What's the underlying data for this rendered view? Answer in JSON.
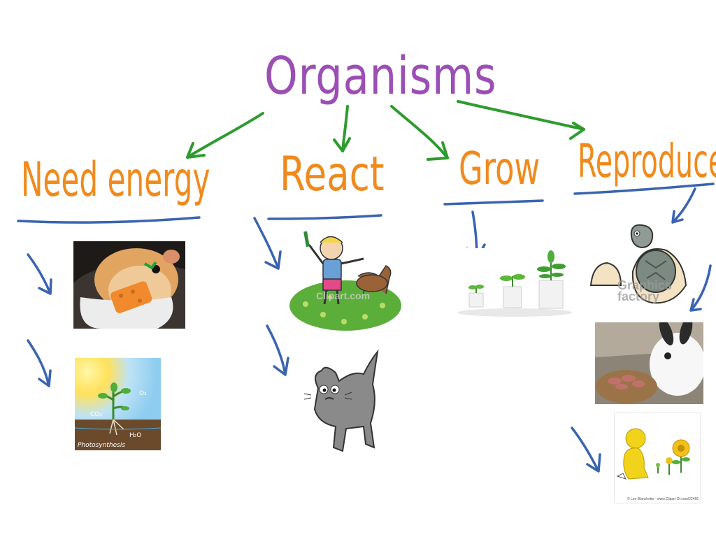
{
  "title": "Organisms",
  "categories": {
    "energy": "Need energy",
    "react": "React",
    "grow": "Grow",
    "reproduce": "Reproduce"
  },
  "images": {
    "hamster": "hamster-eating-photo",
    "photosynthesis": "Photosynthesis",
    "photosynthesis_labels": [
      "O₂",
      "CO₂",
      "H₂O"
    ],
    "clipart_watermark": "Clipart.com",
    "graphics_watermark": "Graphics factory",
    "credit": "© Leo Blanchette · www.Clipart Of.com/22456"
  },
  "colors": {
    "title": "#9b4fb4",
    "category": "#f08a1c",
    "underline": "#3a64b0",
    "green_arrow": "#2e9b2e",
    "blue_arrow": "#3a64b0"
  },
  "icons": [
    "hamster-image",
    "photosynthesis-image",
    "boy-and-dog-image",
    "scared-cat-image",
    "growing-plants-image",
    "turtle-hatching-image",
    "rabbit-with-babies-image",
    "person-with-flowers-image"
  ]
}
